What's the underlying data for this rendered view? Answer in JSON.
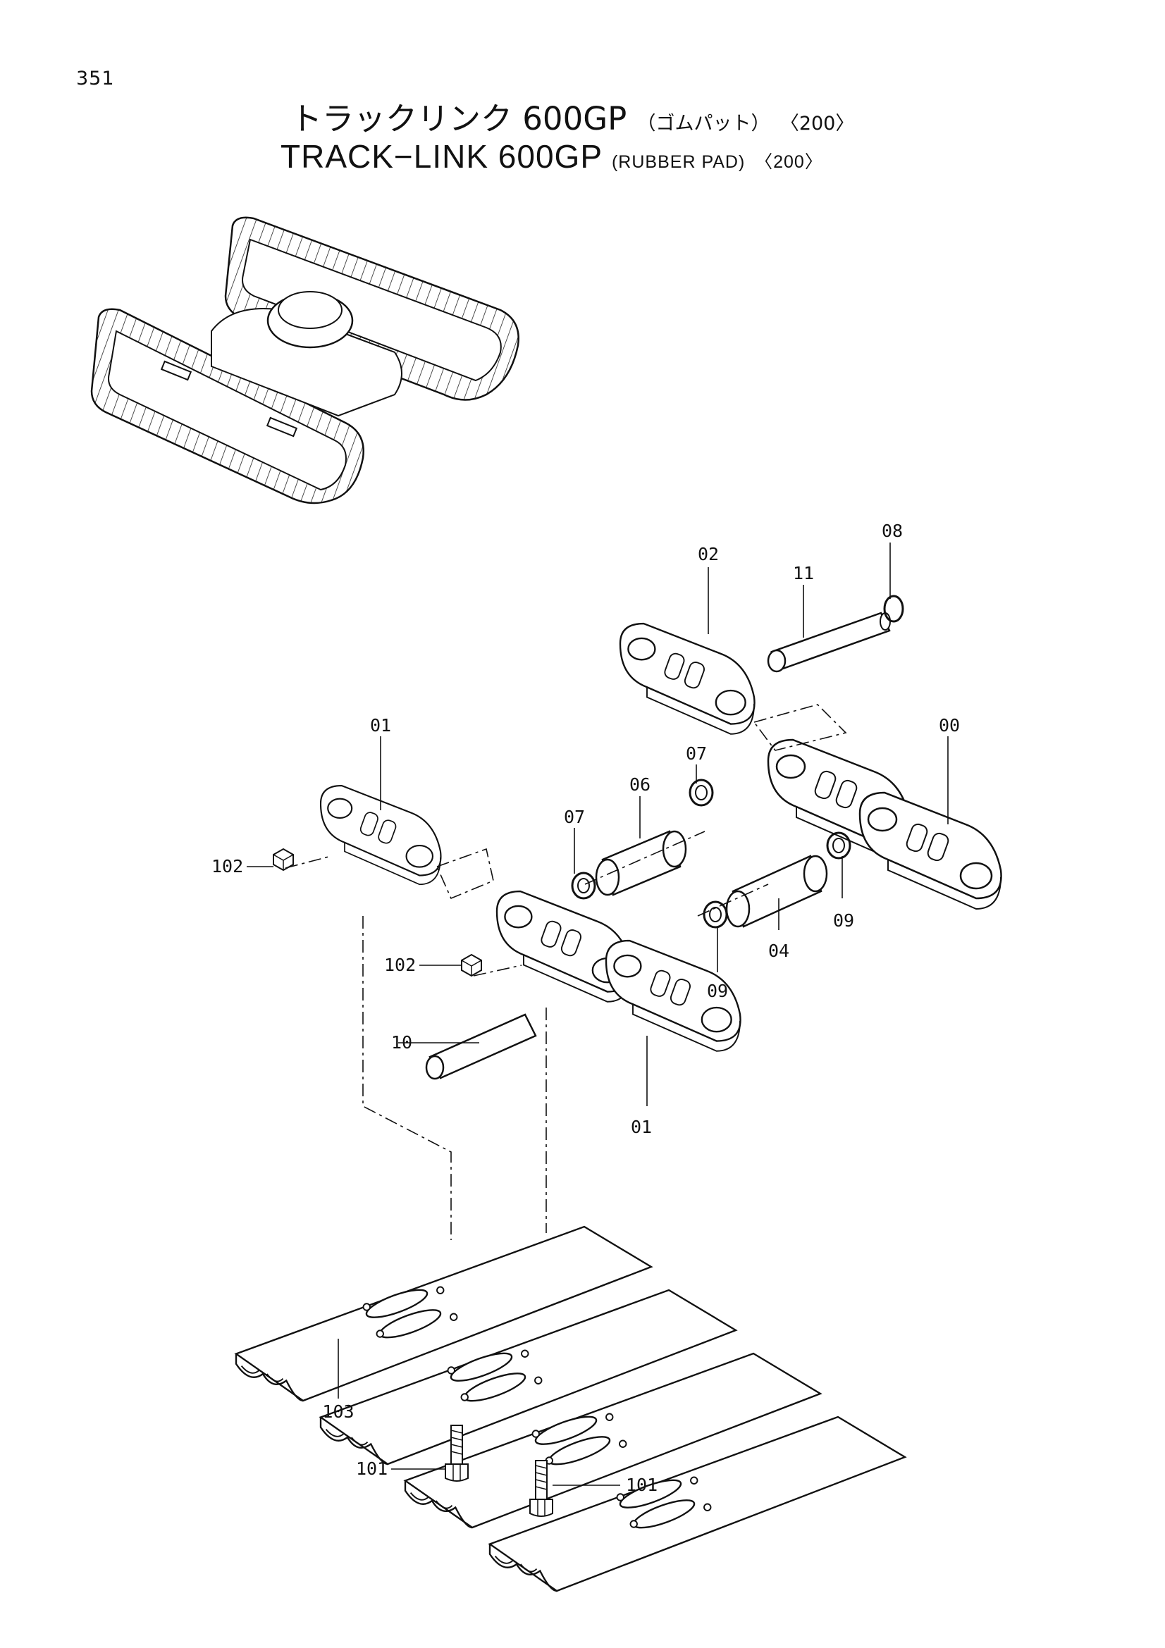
{
  "page_number": "351",
  "title": {
    "jp_main": "トラックリンク 600GP",
    "jp_sub": "（ゴムパット）",
    "en_main": "TRACK−LINK 600GP",
    "en_sub": "(RUBBER PAD)",
    "variant": "〈200〉"
  },
  "callouts": {
    "c00": "00",
    "c01a": "01",
    "c01b": "01",
    "c02": "02",
    "c04": "04",
    "c06": "06",
    "c07a": "07",
    "c07b": "07",
    "c08": "08",
    "c09a": "09",
    "c09b": "09",
    "c10": "10",
    "c11": "11",
    "c101a": "101",
    "c101b": "101",
    "c102a": "102",
    "c102b": "102",
    "c103": "103"
  }
}
